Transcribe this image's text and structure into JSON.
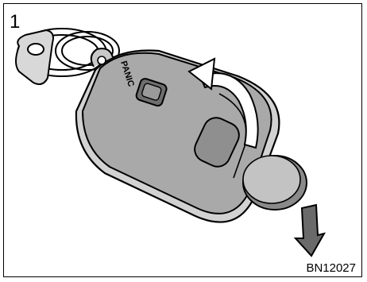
{
  "figure": {
    "step_number": "1",
    "figure_code": "BN12027",
    "remote_button_label": "PANIC"
  },
  "icons": {
    "rotate": "curved-arrow-icon",
    "down": "down-arrow-icon"
  }
}
